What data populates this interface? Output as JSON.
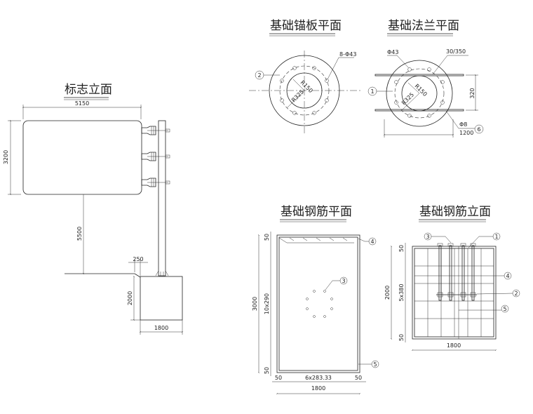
{
  "sign_elevation": {
    "title": "标志立面",
    "dim_width": "5150",
    "dim_height": "3200",
    "dim_clearance": "5500",
    "dim_offset": "250",
    "dim_foundation_height": "2000",
    "dim_foundation_width": "1800"
  },
  "anchor_plate_plan": {
    "title": "基础锚板平面",
    "hole_note": "8-Φ43",
    "r_inner": "R150",
    "r_bolt": "R325",
    "callout": "2"
  },
  "flange_plan": {
    "title": "基础法兰平面",
    "hole_note": "Φ43",
    "bar_note": "30/350",
    "dim_spacing": "320",
    "rebar_note": "Φ8",
    "dim_width": "1200",
    "r_inner": "R150",
    "r_bolt": "R325",
    "callout_1": "1",
    "callout_6": "6"
  },
  "rebar_plan": {
    "title": "基础钢筋平面",
    "dim_cover_top": "50",
    "dim_cover_bottom": "50",
    "dim_height": "3000",
    "dim_spacing_v": "10x290",
    "dim_cover_left": "50",
    "dim_cover_right": "50",
    "dim_spacing_h": "6x283.33",
    "dim_width": "1800",
    "callout_3": "3",
    "callout_4": "4",
    "callout_5": "5"
  },
  "rebar_elevation": {
    "title": "基础钢筋立面",
    "dim_cover_top": "50",
    "dim_cover_bottom": "50",
    "dim_height": "2000",
    "dim_spacing": "5x380",
    "dim_width": "1800",
    "callout_1": "1",
    "callout_2": "2",
    "callout_3": "3",
    "callout_4": "4",
    "callout_5": "5"
  }
}
